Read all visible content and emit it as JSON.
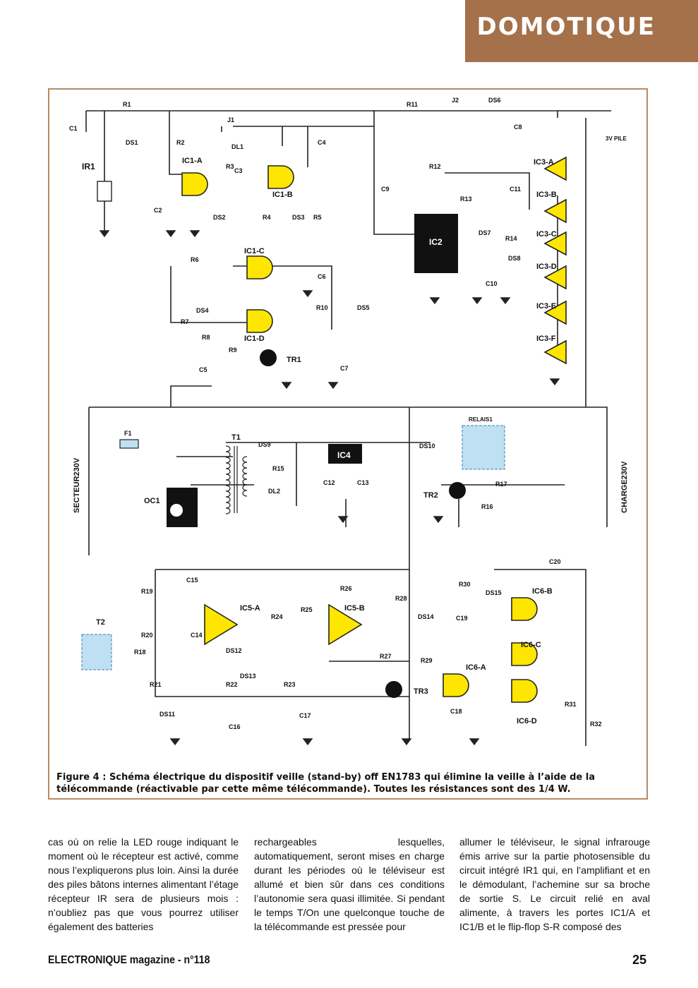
{
  "header": {
    "section": "DOMOTIQUE"
  },
  "figure": {
    "caption": "Figure 4 : Schéma électrique du dispositif veille (stand-by) off EN1783 qui élimine la veille à l’aide de la télécommande (réactivable par cette même télécommande). Toutes les résistances sont des 1/4 W.",
    "labels": {
      "ir1": "IR1",
      "ic1a": "IC1-A",
      "ic1b": "IC1-B",
      "ic1c": "IC1-C",
      "ic1d": "IC1-D",
      "ic2": "IC2",
      "ic3a": "IC3-A",
      "ic3b": "IC3-B",
      "ic3c": "IC3-C",
      "ic3d": "IC3-D",
      "ic3e": "IC3-E",
      "ic3f": "IC3-F",
      "ic4": "IC4",
      "ic5a": "IC5-A",
      "ic5b": "IC5-B",
      "ic6a": "IC6-A",
      "ic6b": "IC6-B",
      "ic6c": "IC6-C",
      "ic6d": "IC6-D",
      "tr1": "TR1",
      "tr2": "TR2",
      "tr3": "TR3",
      "t1": "T1",
      "t2": "T2",
      "oc1": "OC1",
      "relais1": "RELAIS1",
      "secteur": "SECTEUR230V",
      "charge": "CHARGE230V",
      "pile": "3V PILE",
      "f1": "F1",
      "r1": "R1",
      "r2": "R2",
      "r3": "R3",
      "r4": "R4",
      "r5": "R5",
      "r6": "R6",
      "r7": "R7",
      "r8": "R8",
      "r9": "R9",
      "r10": "R10",
      "r11": "R11",
      "r12": "R12",
      "r13": "R13",
      "r14": "R14",
      "r15": "R15",
      "r16": "R16",
      "r17": "R17",
      "r18": "R18",
      "r19": "R19",
      "r20": "R20",
      "r21": "R21",
      "r22": "R22",
      "r23": "R23",
      "r24": "R24",
      "r25": "R25",
      "r26": "R26",
      "r27": "R27",
      "r28": "R28",
      "r29": "R29",
      "r30": "R30",
      "r31": "R31",
      "r32": "R32",
      "c1": "C1",
      "c2": "C2",
      "c3": "C3",
      "c4": "C4",
      "c5": "C5",
      "c6": "C6",
      "c7": "C7",
      "c8": "C8",
      "c9": "C9",
      "c10": "C10",
      "c11": "C11",
      "c12": "C12",
      "c13": "C13",
      "c14": "C14",
      "c15": "C15",
      "c16": "C16",
      "c17": "C17",
      "c18": "C18",
      "c19": "C19",
      "c20": "C20",
      "ds1": "DS1",
      "ds2": "DS2",
      "ds3": "DS3",
      "ds4": "DS4",
      "ds5": "DS5",
      "ds6": "DS6",
      "ds7": "DS7",
      "ds8": "DS8",
      "ds9": "DS9",
      "ds10": "DS10",
      "ds11": "DS11",
      "ds12": "DS12",
      "ds13": "DS13",
      "ds14": "DS14",
      "ds15": "DS15",
      "dl1": "DL1",
      "dl2": "DL2",
      "j1": "J1",
      "j2": "J2"
    }
  },
  "body_columns": [
    "cas où on relie la LED rouge indiquant le moment où le récepteur est activé, comme nous l’expliquerons plus loin. Ainsi la durée des piles bâtons internes alimentant l’étage récepteur IR sera de plusieurs mois : n’oubliez pas que vous pourrez utiliser également des batteries",
    "rechargeables lesquelles, automatiquement, seront mises en charge durant les périodes où le téléviseur est allumé et bien sûr dans ces conditions l’autonomie sera quasi illimitée. Si pendant le temps T/On une quelconque touche de la télécommande est pressée pour",
    "allumer le téléviseur, le signal infrarouge émis arrive sur la partie photosensible du circuit intégré IR1 qui, en l’amplifiant et en le démodulant, l’achemine sur sa broche de sortie S. Le circuit relié en aval alimente, à travers les portes IC1/A et IC1/B et le flip-flop S-R composé des"
  ],
  "footer": {
    "magazine": "ELECTRONIQUE magazine - n°118",
    "page": "25"
  },
  "colors": {
    "accent": "#a5714a",
    "frame": "#b98a63",
    "gate_fill": "#ffe600",
    "component_box": "#bfe0f2"
  }
}
